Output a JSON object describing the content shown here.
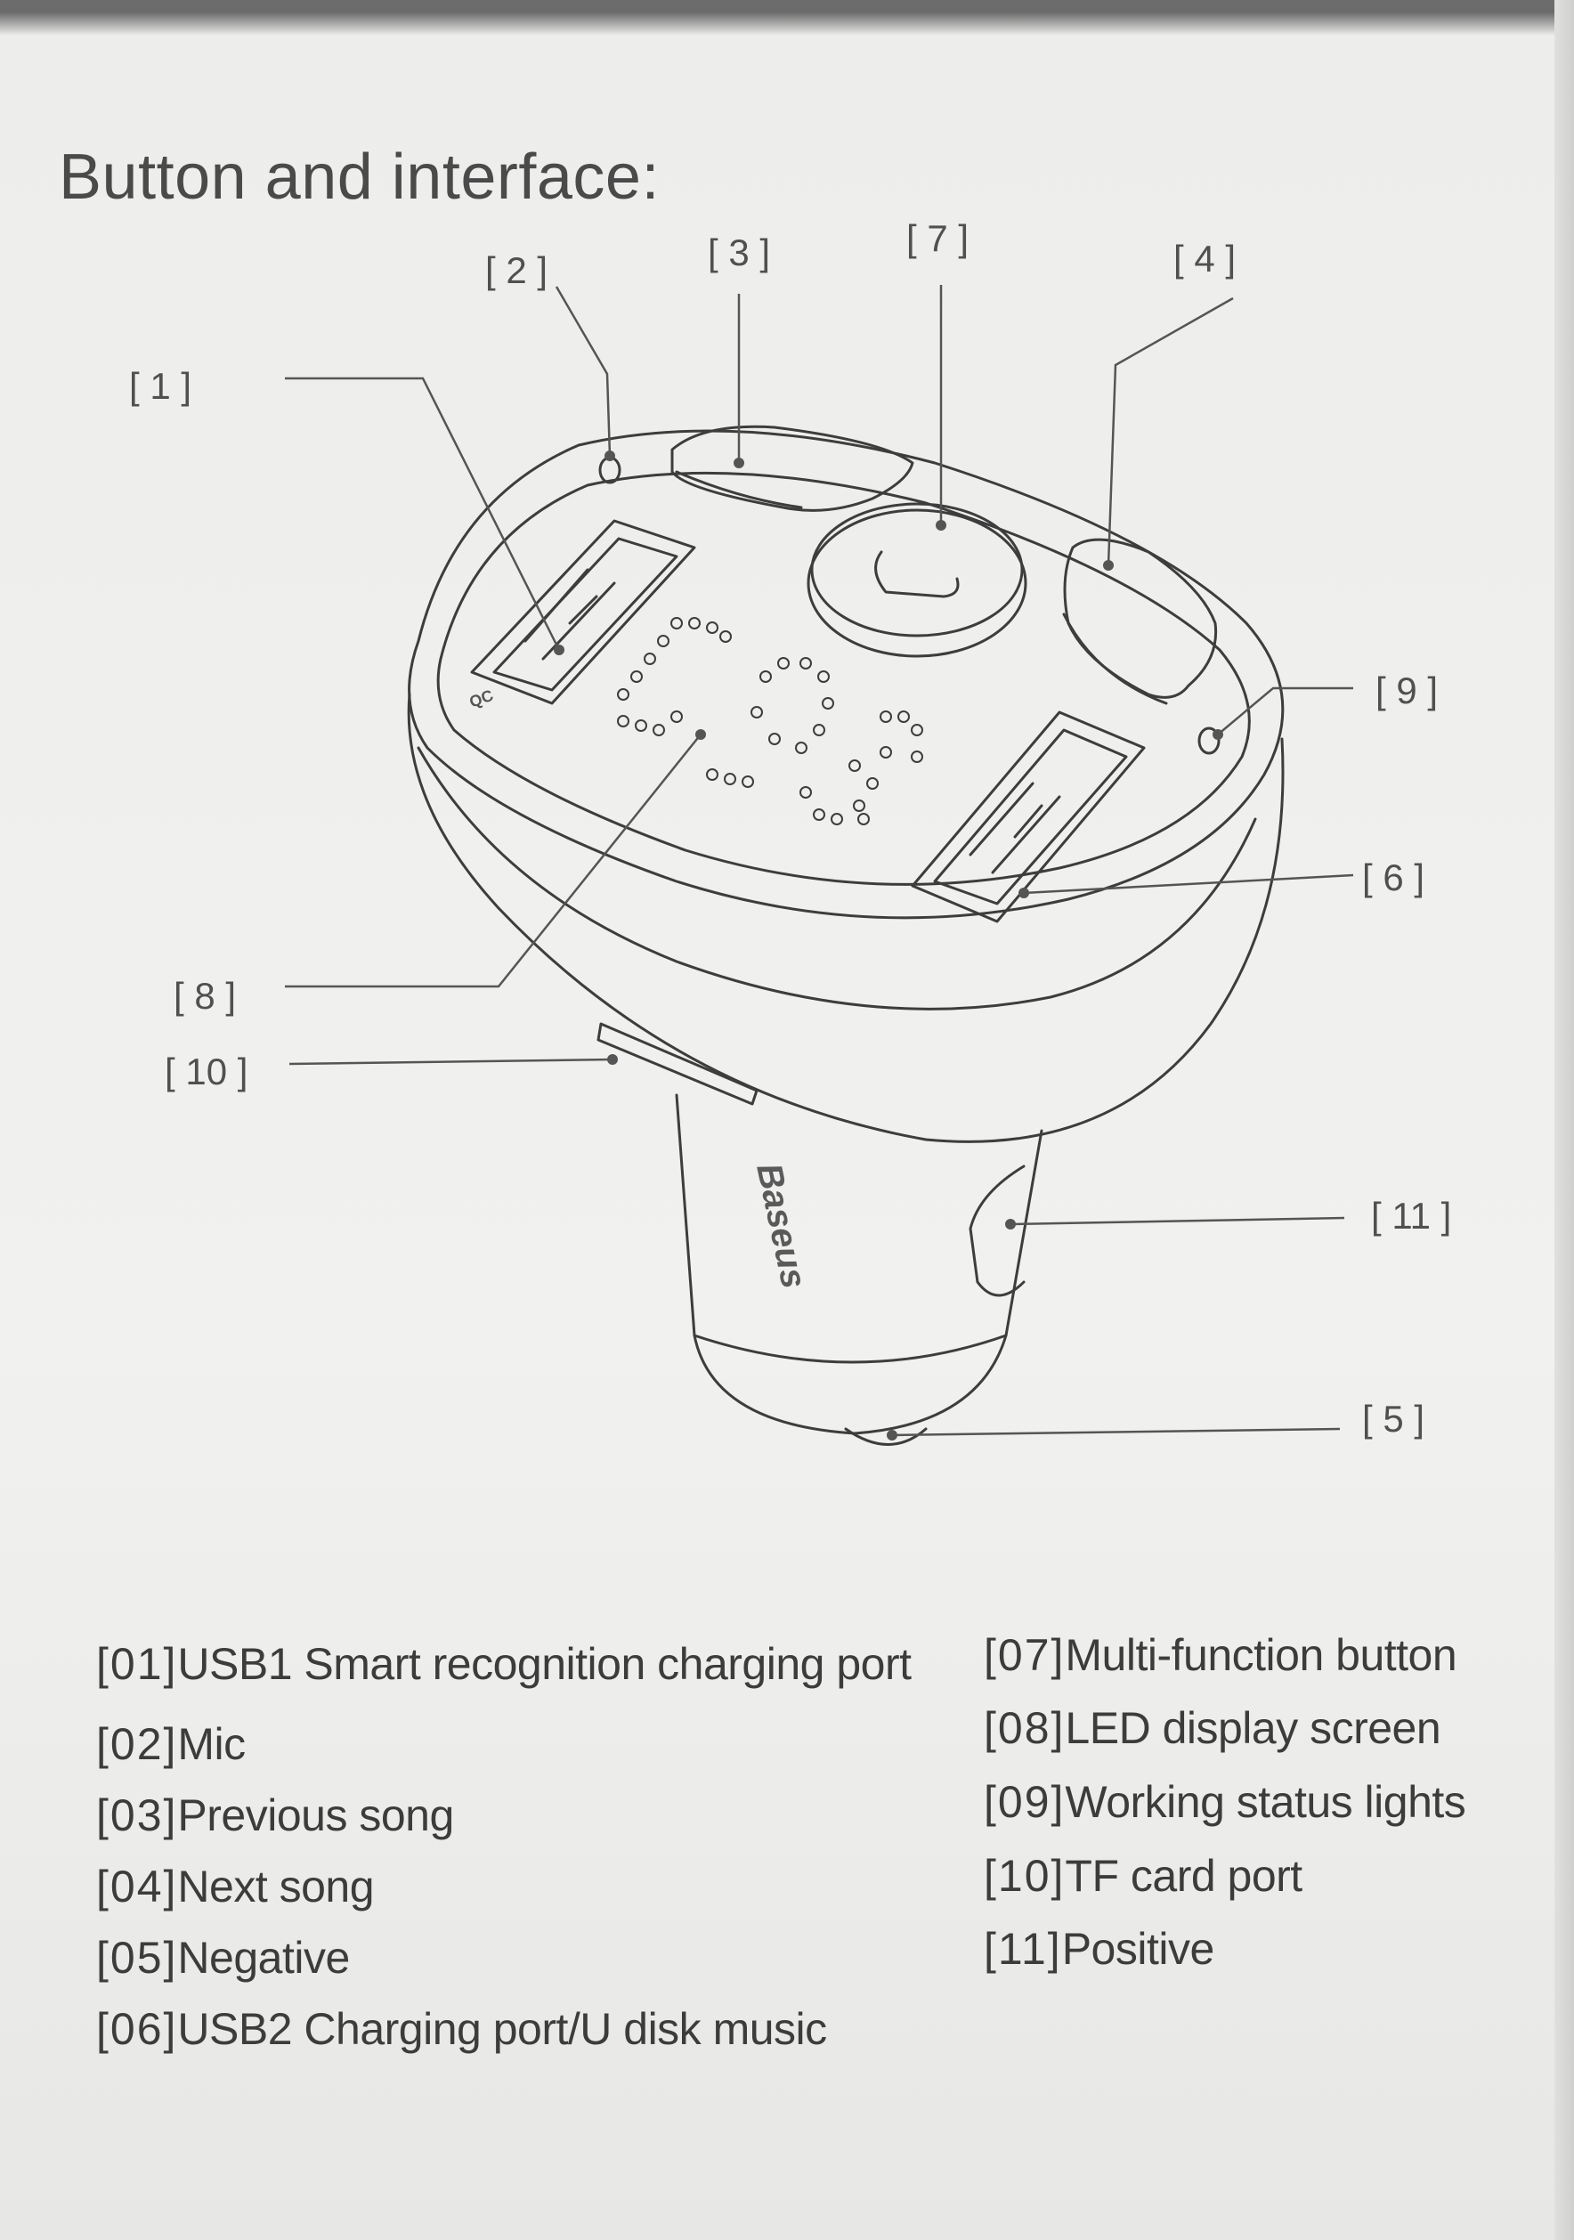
{
  "page": {
    "title": "Button and interface:"
  },
  "callouts": {
    "c1": "[ 1 ]",
    "c2": "[ 2 ]",
    "c3": "[ 3 ]",
    "c4": "[ 4 ]",
    "c5": "[ 5 ]",
    "c6": "[ 6 ]",
    "c7": "[ 7 ]",
    "c8": "[ 8 ]",
    "c9": "[ 9 ]",
    "c10": "[ 10 ]",
    "c11": "[ 11 ]"
  },
  "device": {
    "brand": "Baseus",
    "port_mark": "QC"
  },
  "legend": {
    "left": [
      {
        "num": "[01]",
        "text": "USB1 Smart recognition charging port"
      },
      {
        "num": "[02]",
        "text": "Mic"
      },
      {
        "num": "[03]",
        "text": "Previous song"
      },
      {
        "num": "[04]",
        "text": "Next song"
      },
      {
        "num": "[05]",
        "text": "Negative"
      },
      {
        "num": "[06]",
        "text": "USB2 Charging port/U disk music"
      }
    ],
    "right": [
      {
        "num": "[07]",
        "text": "Multi-function button"
      },
      {
        "num": "[08]",
        "text": "LED display screen"
      },
      {
        "num": "[09]",
        "text": "Working status lights"
      },
      {
        "num": "[10]",
        "text": "TF card port"
      },
      {
        "num": "[11]",
        "text": "Positive"
      }
    ]
  }
}
